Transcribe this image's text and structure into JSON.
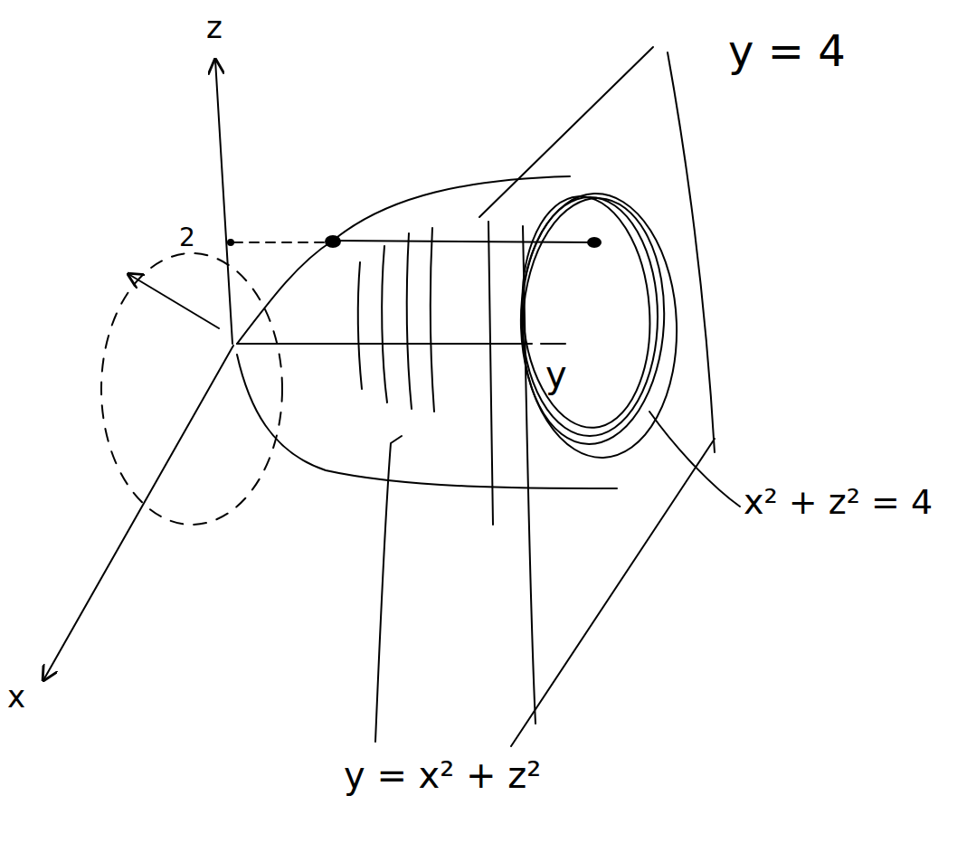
{
  "diagram": {
    "labels": [
      "z",
      "2",
      "y",
      "x",
      "y = 4",
      "x² + z² = 4",
      "y = x² + z²"
    ]
  }
}
